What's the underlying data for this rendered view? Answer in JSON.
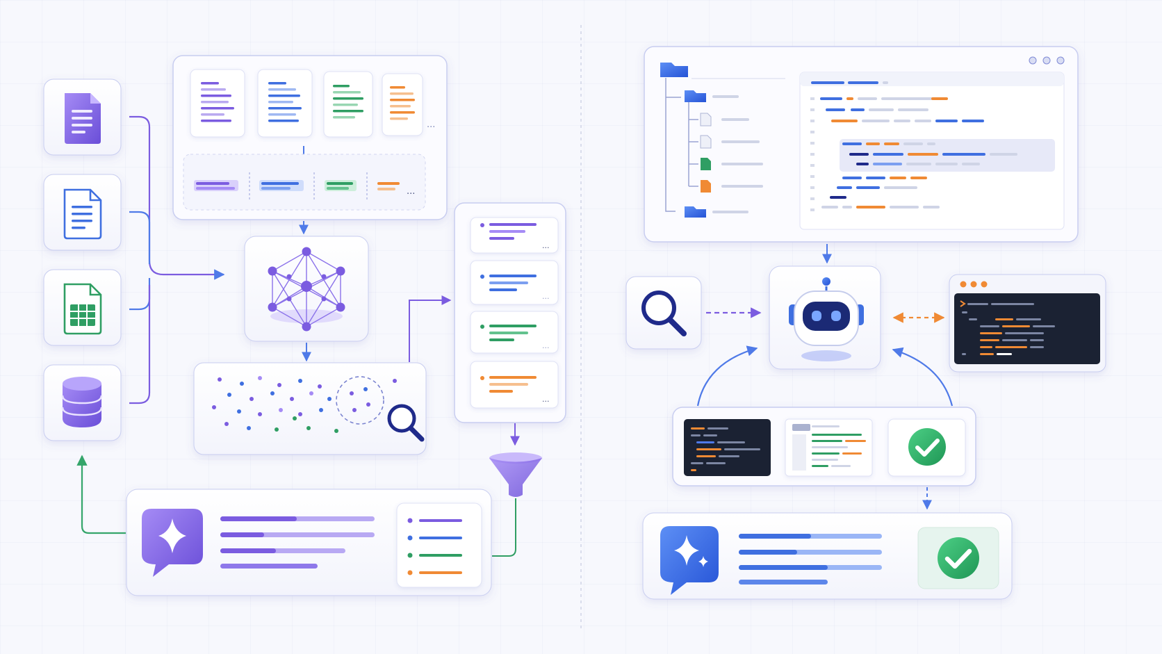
{
  "diagram": {
    "caption": "",
    "ellipsis": "...",
    "left_panel": {
      "sources": [
        {
          "kind": "text-document",
          "icon": "purple-document-icon"
        },
        {
          "kind": "text-document",
          "icon": "blue-document-icon"
        },
        {
          "kind": "spreadsheet",
          "icon": "green-spreadsheet-icon"
        },
        {
          "kind": "database",
          "icon": "database-icon"
        }
      ],
      "chunk_cards": [
        "purple",
        "blue",
        "green",
        "orange"
      ],
      "retrieved_results": [
        "purple",
        "blue",
        "green",
        "orange"
      ],
      "embedding_icon": "neural-network-cube-icon",
      "search_icon": "magnifier-icon",
      "filter_icon": "funnel-icon",
      "answer_icon": "sparkle-chat-icon"
    },
    "right_panel": {
      "window_icon": "folder-icon",
      "agent_icon": "robot-icon",
      "tool_icon": "magnifier-icon",
      "terminal_icon": "terminal-icon",
      "check_icon": "check-circle-icon",
      "answer_icon": "sparkle-chat-icon"
    },
    "colors": {
      "purple": "#7b5ce0",
      "blue": "#3f6fe0",
      "green": "#2f9e63",
      "orange": "#f08a34",
      "dark": "#1b2233",
      "navy": "#1f2a8a"
    }
  }
}
